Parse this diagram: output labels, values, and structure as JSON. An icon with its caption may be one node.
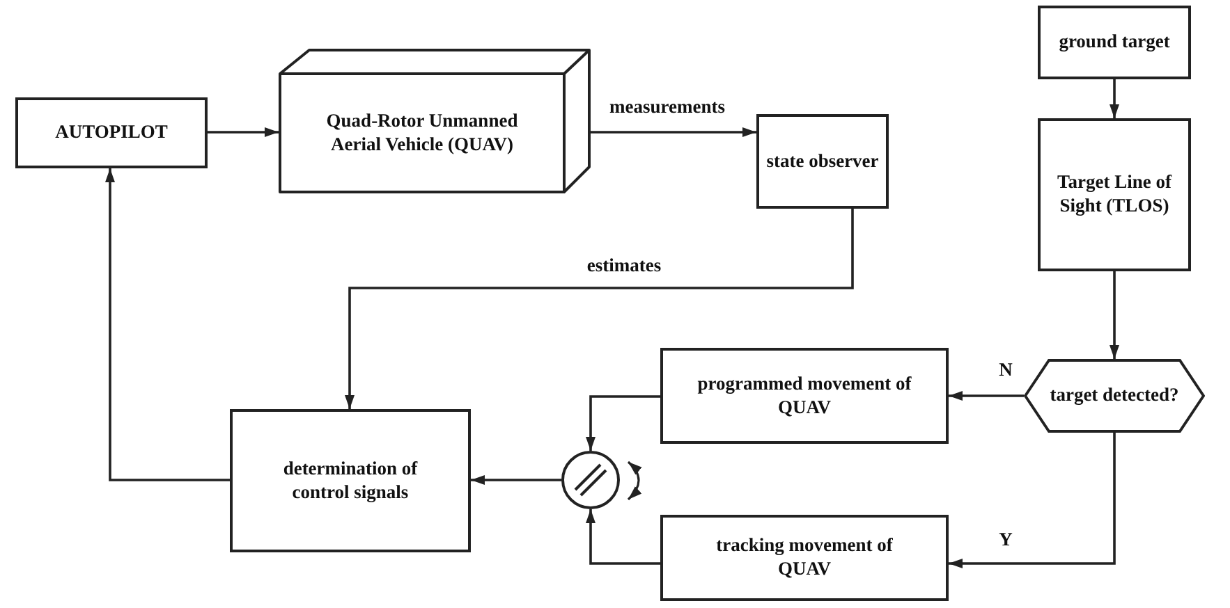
{
  "diagram": {
    "nodes": [
      {
        "text": [
          "AUTOPILOT"
        ]
      },
      {
        "text": [
          "Quad-Rotor Unmanned Aerial Vehicle (QUAV)"
        ]
      },
      {
        "text": [
          "state observer"
        ]
      },
      {
        "text": [
          "ground target"
        ]
      },
      {
        "text": [
          "Target Line of Sight (TLOS)"
        ]
      },
      {
        "text": [
          "determination of control signals"
        ]
      },
      {
        "text": [
          "programmed movement of QUAV"
        ]
      },
      {
        "text": [
          "target detected?"
        ]
      },
      {
        "text": [],
        "shape": "circle"
      },
      {
        "text": [
          "tracking movement of QUAV"
        ]
      }
    ],
    "edges": [
      {
        "from": 0,
        "to": 1,
        "arrow": "to"
      },
      {
        "from": 1,
        "to": 2,
        "arrow": "to",
        "label": "measurements"
      },
      {
        "from": 2,
        "to": 5,
        "arrow": "to",
        "label": "estimates"
      },
      {
        "from": 5,
        "to": 0,
        "arrow": "to"
      },
      {
        "from": 3,
        "to": 4,
        "arrow": "to"
      },
      {
        "from": 4,
        "to": 7,
        "arrow": "to"
      },
      {
        "from": 7,
        "to": 6,
        "arrow": "to",
        "label": "N"
      },
      {
        "from": 7,
        "to": 9,
        "arrow": "to",
        "label": "Y"
      },
      {
        "from": 6,
        "to": 8,
        "arrow": "to"
      },
      {
        "from": 9,
        "to": 8,
        "arrow": "to"
      },
      {
        "from": 8,
        "to": 5,
        "arrow": "to"
      }
    ]
  }
}
